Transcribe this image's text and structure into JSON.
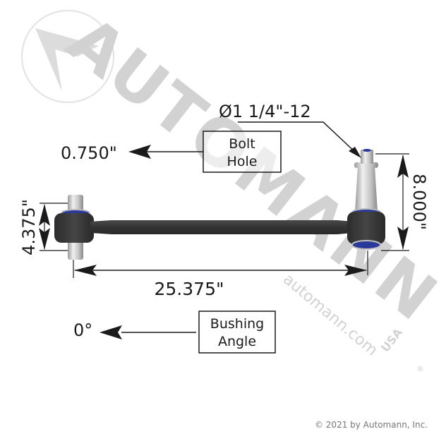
{
  "watermark": {
    "brand": "AUTOMANN",
    "suffix": "USA",
    "registered": "®",
    "url": "automann.com",
    "color": "#d3d3d3"
  },
  "dimensions": {
    "thread": "Ø1 1/4\"-12",
    "bolt_hole_value": "0.750\"",
    "length": "25.375\"",
    "left_height": "4.375\"",
    "right_height": "8.000\"",
    "bushing_angle_value": "0°"
  },
  "labels": {
    "bolt_hole_line1": "Bolt",
    "bolt_hole_line2": "Hole",
    "bushing_angle_line1": "Bushing",
    "bushing_angle_line2": "Angle"
  },
  "footer": {
    "copyright": "© 2021 by Automann, Inc."
  },
  "colors": {
    "rod": "#3a3a3a",
    "bushing_ring": "#2b3a9a",
    "stud": "#c8c8c8",
    "line": "#1a1a1a"
  }
}
